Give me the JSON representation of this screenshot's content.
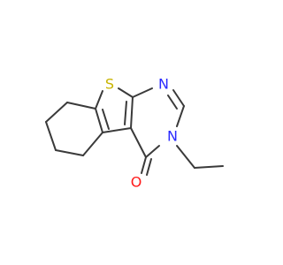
{
  "molecule": {
    "atoms": {
      "sulfur": {
        "symbol": "S",
        "color": "#c8b400"
      },
      "nitrogen_ring_top": {
        "symbol": "N",
        "color": "#2b2bff"
      },
      "nitrogen_ring_ethyl": {
        "symbol": "N",
        "color": "#2b2bff"
      },
      "oxygen_carbonyl": {
        "symbol": "O",
        "color": "#ff1a1a"
      }
    },
    "colors": {
      "bond": "#3a3a3a",
      "background": "#ffffff"
    }
  }
}
